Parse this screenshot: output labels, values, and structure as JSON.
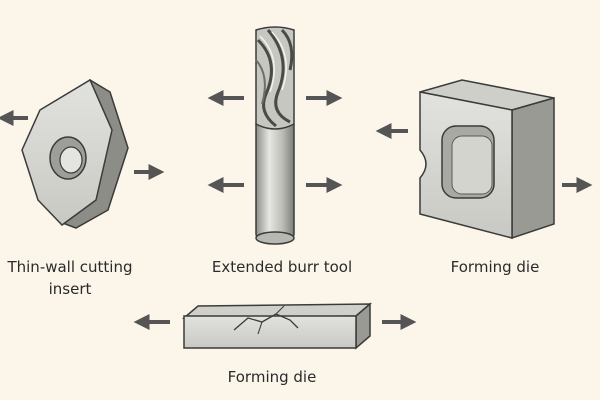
{
  "labels": {
    "insert": "Thin-wall cutting insert",
    "burr": "Extended burr tool",
    "die": "Forming die",
    "bar": "Forming die"
  },
  "colors": {
    "background": "#fbf5ea",
    "arrow": "#555555",
    "outline": "#3b3b3b",
    "metal_light": "#dcdcd8",
    "metal_mid": "#b5b5b0",
    "metal_dark": "#8a8a85"
  }
}
